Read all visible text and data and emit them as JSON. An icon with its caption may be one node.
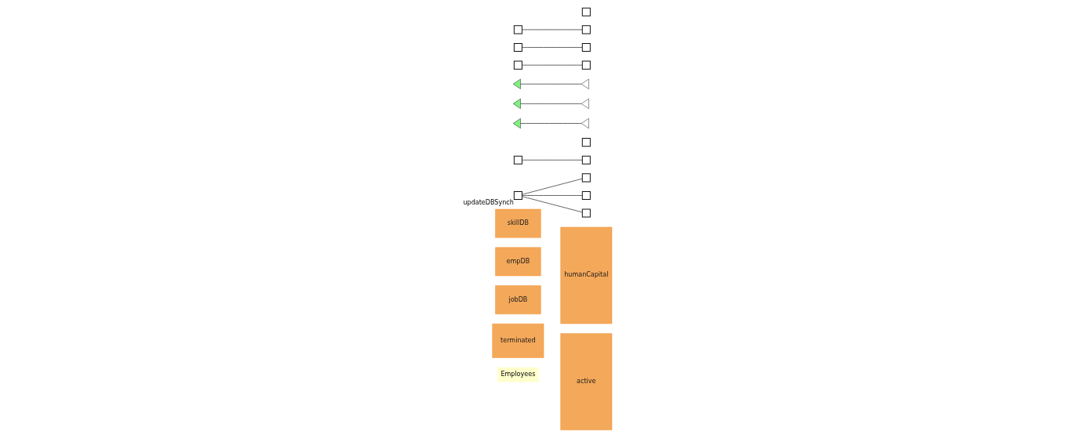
{
  "diagram": {
    "nodes": [
      {
        "text": [
          "Employees"
        ]
      },
      {
        "text": [
          "terminated"
        ]
      },
      {
        "text": [
          "active"
        ]
      },
      {
        "text": [
          "humanCapital"
        ]
      },
      {
        "text": [
          "jobDB"
        ]
      },
      {
        "text": [
          "empDB"
        ]
      },
      {
        "text": [
          "skillDB"
        ]
      },
      {
        "text": [],
        "shape": "box",
        "beside": [
          "updateDBSynch"
        ]
      },
      {
        "text": [],
        "shape": "box"
      },
      {
        "text": [],
        "shape": "box"
      },
      {
        "text": [],
        "shape": "box"
      },
      {
        "text": [],
        "shape": "box"
      },
      {
        "text": [],
        "shape": "triangle"
      },
      {
        "text": [],
        "shape": "triangle"
      },
      {
        "text": [],
        "shape": "triangle"
      },
      {
        "text": [],
        "shape": "box"
      },
      {
        "text": [],
        "shape": "box"
      },
      {
        "text": [],
        "shape": "box"
      },
      {
        "text": [],
        "shape": "box"
      },
      {
        "text": [],
        "shape": "triangle"
      },
      {
        "text": [],
        "shape": "triangle"
      },
      {
        "text": [],
        "shape": "triangle"
      },
      {
        "text": [],
        "shape": "box"
      },
      {
        "text": [],
        "shape": "box"
      },
      {
        "text": [],
        "shape": "box"
      },
      {
        "text": [],
        "shape": "box"
      },
      {
        "text": [],
        "shape": "box"
      }
    ],
    "edges": [
      {
        "from": 7,
        "to": 10,
        "arrow": "none"
      },
      {
        "from": 7,
        "to": 18,
        "arrow": "none"
      },
      {
        "from": 7,
        "to": 26,
        "arrow": "none"
      },
      {
        "from": 8,
        "to": 9,
        "arrow": "none"
      },
      {
        "from": 19,
        "to": 12,
        "arrow": "none"
      },
      {
        "from": 20,
        "to": 13,
        "arrow": "none"
      },
      {
        "from": 21,
        "to": 14,
        "arrow": "none"
      },
      {
        "from": 22,
        "to": 15,
        "arrow": "none"
      },
      {
        "from": 23,
        "to": 16,
        "arrow": "none"
      },
      {
        "from": 24,
        "to": 17,
        "arrow": "none"
      }
    ]
  }
}
